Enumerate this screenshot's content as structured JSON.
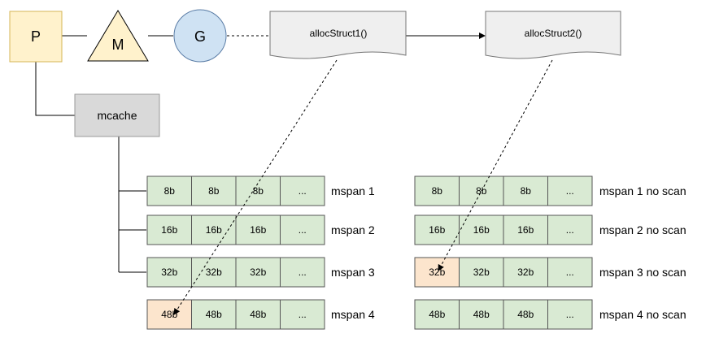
{
  "nodes": {
    "p": "P",
    "m": "M",
    "g": "G",
    "mcache": "mcache",
    "alloc1": "allocStruct1()",
    "alloc2": "allocStruct2()"
  },
  "colors": {
    "default_cell": "#d9ead3",
    "highlight_cell": "#fce5cd"
  },
  "left_spans": [
    {
      "label": "mspan 1",
      "cells": [
        "8b",
        "8b",
        "8b",
        "..."
      ],
      "highlight": -1
    },
    {
      "label": "mspan 2",
      "cells": [
        "16b",
        "16b",
        "16b",
        "..."
      ],
      "highlight": -1
    },
    {
      "label": "mspan 3",
      "cells": [
        "32b",
        "32b",
        "32b",
        "..."
      ],
      "highlight": -1
    },
    {
      "label": "mspan 4",
      "cells": [
        "48b",
        "48b",
        "48b",
        "..."
      ],
      "highlight": 0
    }
  ],
  "right_spans": [
    {
      "label": "mspan 1 no scan",
      "cells": [
        "8b",
        "8b",
        "8b",
        "..."
      ],
      "highlight": -1
    },
    {
      "label": "mspan 2 no scan",
      "cells": [
        "16b",
        "16b",
        "16b",
        "..."
      ],
      "highlight": -1
    },
    {
      "label": "mspan 3 no scan",
      "cells": [
        "32b",
        "32b",
        "32b",
        "..."
      ],
      "highlight": 0
    },
    {
      "label": "mspan 4 no scan",
      "cells": [
        "48b",
        "48b",
        "48b",
        "..."
      ],
      "highlight": -1
    }
  ]
}
